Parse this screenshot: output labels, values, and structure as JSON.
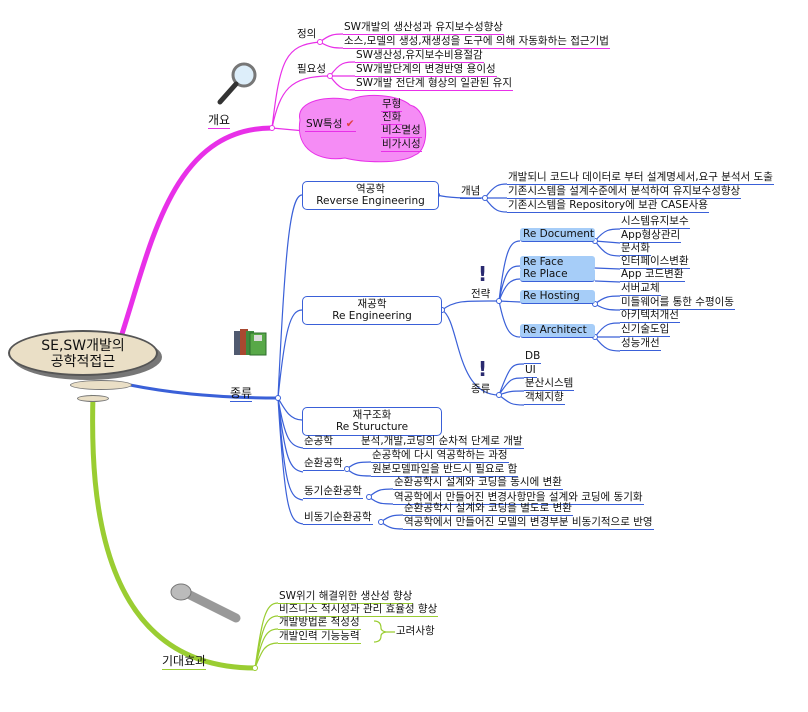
{
  "center": {
    "line1": "SE,SW개발의",
    "line2": "공학적접근"
  },
  "colors": {
    "overview": "#e830e8",
    "types": "#3a60d8",
    "effects": "#9acd32",
    "highlight": "#a6cdf8",
    "center_fill": "#eadfc6"
  },
  "overview": {
    "label": "개요",
    "icon": "magnifier-icon",
    "definition": {
      "label": "정의",
      "items": [
        "SW개발의 생산성과 유지보수성향상",
        "소스,모델의 생성,재생성을 도구에 의해 자동화하는 접근기법"
      ]
    },
    "necessity": {
      "label": "필요성",
      "items": [
        "SW생산성,유지보수비용절감",
        "SW개발단계의 변경반영 용이성",
        "SW개발 전단계 형상의 일관된 유지"
      ]
    },
    "traits": {
      "label": "SW특성",
      "icon": "checkmark-icon",
      "items": [
        "무형",
        "진화",
        "비소멸성",
        "비가시성"
      ]
    }
  },
  "types": {
    "label": "종류",
    "icon": "books-icon",
    "reverse": {
      "title": "역공학",
      "subtitle": "Reverse Engineering",
      "concept_label": "개념",
      "concepts": [
        "개발되니 코드나 데이터로 부터 설계명세서,요구 분석서 도출",
        "기존시스템을 설계수준에서 분석하여 유지보수성향상",
        "기존시스템을 Repository에 보관 CASE사용"
      ]
    },
    "reengineering": {
      "title": "재공학",
      "subtitle": "Re Engineering",
      "strategy_label": "전략",
      "strategies": [
        {
          "name": "Re Document",
          "items": [
            "시스템유지보수",
            "App형상관리",
            "문서화"
          ]
        },
        {
          "name": "Re Face",
          "items": [
            "인터페이스변환"
          ]
        },
        {
          "name": "Re Place",
          "items": [
            "App 코드변환"
          ]
        },
        {
          "name": "Re Hosting",
          "items": [
            "서버교체",
            "미들웨어를 통한 수평이동"
          ]
        },
        {
          "name": "Re Architect",
          "items": [
            "아키텍처개선",
            "신기술도입",
            "성능개선"
          ]
        }
      ],
      "kind_label": "종류",
      "kinds": [
        "DB",
        "UI",
        "분산시스템",
        "객체지향"
      ]
    },
    "restructure": {
      "title": "재구조화",
      "subtitle": "Re Sturucture"
    },
    "forward": {
      "label": "순공학",
      "items": [
        "분석,개발,코딩의 순차적 단계로 개발"
      ]
    },
    "roundtrip": {
      "label": "순환공학",
      "items": [
        "순공학에 다시 역공학하는 과정",
        "원본모델파일을 반드시 필요로 함"
      ]
    },
    "sync": {
      "label": "동기순환공학",
      "items": [
        "순환공학시 설계와 코딩을 동시에 변환",
        "역공학에서 만들어진 변경사항만을 설계와 코딩에 동기화"
      ]
    },
    "async": {
      "label": "비동기순환공학",
      "items": [
        "순환공학시 설계와 코딩을 별도로 변환",
        "역공학에서 만들어진 모델의 변경부분 비동기적으로 반영"
      ]
    }
  },
  "effects": {
    "label": "기대효과",
    "icon": "microphone-icon",
    "items": [
      "SW위기 해결위한 생산성 향상",
      "비즈니스 적시성과 관리 효율성 향상",
      "개발방법론 적성성",
      "개발인력 기능능력"
    ],
    "group_label": "고려사항"
  }
}
